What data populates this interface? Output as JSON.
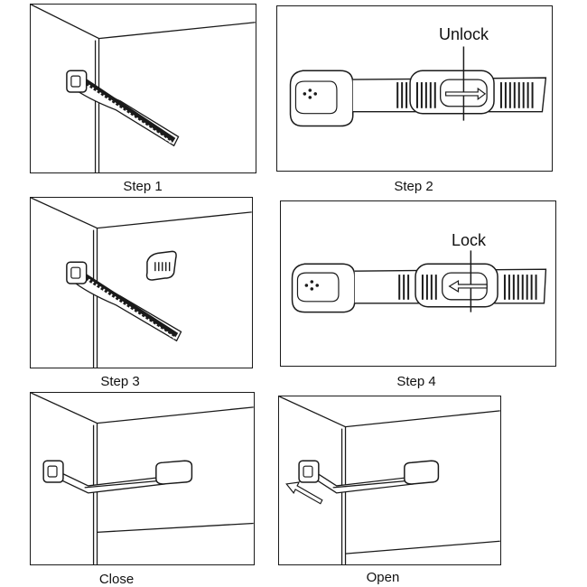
{
  "panels": [
    {
      "caption": "Step 1"
    },
    {
      "caption": "Step 2",
      "callout": "Unlock"
    },
    {
      "caption": "Step 3"
    },
    {
      "caption": "Step 4",
      "callout": "Lock"
    },
    {
      "caption": "Close"
    },
    {
      "caption": "Open"
    }
  ],
  "colors": {
    "line": "#1a1a1a",
    "strap": "#555555",
    "fill": "#ffffff"
  }
}
